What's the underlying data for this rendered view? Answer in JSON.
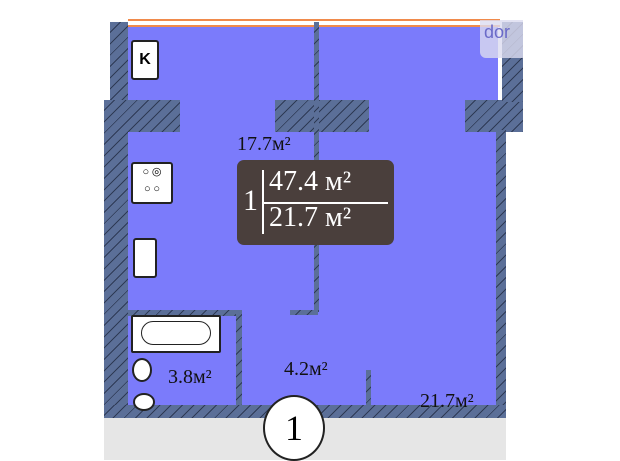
{
  "plan": {
    "kitchen_marker": "K",
    "apartment_number": "1",
    "total_area": "47.4 м²",
    "living_area": "21.7 м²",
    "watermark": "dor",
    "section_number": "1"
  },
  "rooms": [
    {
      "name": "kitchen",
      "area": "17.7м²"
    },
    {
      "name": "bathroom",
      "area": "3.8м²"
    },
    {
      "name": "hall",
      "area": "4.2м²"
    },
    {
      "name": "living-room",
      "area": "21.7м²"
    }
  ],
  "colors": {
    "floor": "#7b7bfb",
    "wall": "#5b6f98",
    "label_bg": "#4a3f3c"
  }
}
